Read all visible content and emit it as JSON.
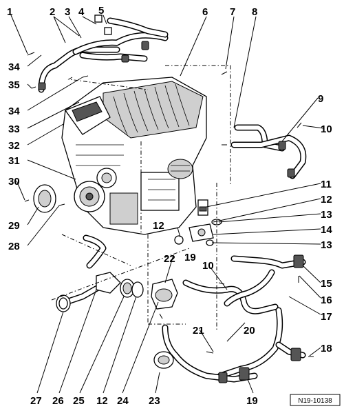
{
  "diagram": {
    "reference": "N19-10138",
    "labels": [
      {
        "id": "1",
        "text": "1"
      },
      {
        "id": "2",
        "text": "2"
      },
      {
        "id": "3",
        "text": "3"
      },
      {
        "id": "4",
        "text": "4"
      },
      {
        "id": "5",
        "text": "5"
      },
      {
        "id": "6",
        "text": "6"
      },
      {
        "id": "7",
        "text": "7"
      },
      {
        "id": "8",
        "text": "8"
      },
      {
        "id": "9",
        "text": "9"
      },
      {
        "id": "10a",
        "text": "10"
      },
      {
        "id": "11",
        "text": "11"
      },
      {
        "id": "12a",
        "text": "12"
      },
      {
        "id": "13a",
        "text": "13"
      },
      {
        "id": "14",
        "text": "14"
      },
      {
        "id": "13b",
        "text": "13"
      },
      {
        "id": "15",
        "text": "15"
      },
      {
        "id": "16",
        "text": "16"
      },
      {
        "id": "17",
        "text": "17"
      },
      {
        "id": "18",
        "text": "18"
      },
      {
        "id": "19a",
        "text": "19"
      },
      {
        "id": "10b",
        "text": "10"
      },
      {
        "id": "12b",
        "text": "12"
      },
      {
        "id": "22",
        "text": "22"
      },
      {
        "id": "20",
        "text": "20"
      },
      {
        "id": "21",
        "text": "21"
      },
      {
        "id": "19b",
        "text": "19"
      },
      {
        "id": "23",
        "text": "23"
      },
      {
        "id": "24",
        "text": "24"
      },
      {
        "id": "12c",
        "text": "12"
      },
      {
        "id": "25",
        "text": "25"
      },
      {
        "id": "26",
        "text": "26"
      },
      {
        "id": "27",
        "text": "27"
      },
      {
        "id": "28",
        "text": "28"
      },
      {
        "id": "29",
        "text": "29"
      },
      {
        "id": "30",
        "text": "30"
      },
      {
        "id": "31",
        "text": "31"
      },
      {
        "id": "32",
        "text": "32"
      },
      {
        "id": "33",
        "text": "33"
      },
      {
        "id": "34a",
        "text": "34"
      },
      {
        "id": "34b",
        "text": "34"
      },
      {
        "id": "35",
        "text": "35"
      }
    ]
  }
}
